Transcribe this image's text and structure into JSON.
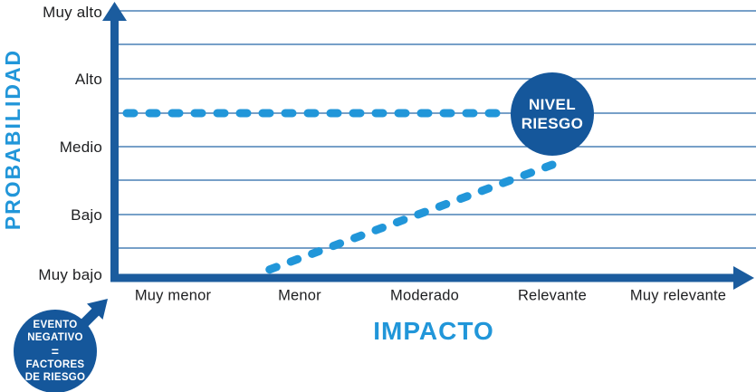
{
  "palette": {
    "dark_blue": "#1b5c9e",
    "badge_blue": "#15579b",
    "light_blue": "#2196d9",
    "grid_blue": "#4a80b5",
    "text_dark": "#1d1e20",
    "white": "#ffffff"
  },
  "y_axis": {
    "title": "PROBABILIDAD",
    "labels": [
      "Muy alto",
      "Alto",
      "Medio",
      "Bajo",
      "Muy bajo"
    ]
  },
  "x_axis": {
    "title": "IMPACTO",
    "labels": [
      "Muy menor",
      "Menor",
      "Moderado",
      "Relevante",
      "Muy relevante"
    ]
  },
  "risk_bubble": {
    "line1": "NIVEL",
    "line2": "RIESGO"
  },
  "legend_badge": {
    "lines": [
      "EVENTO",
      "NEGATIVO",
      "=",
      "FACTORES",
      "DE RIESGO"
    ]
  },
  "chart_data": {
    "type": "scatter",
    "title": "",
    "xlabel": "IMPACTO",
    "ylabel": "PROBABILIDAD",
    "x_categories": [
      "Muy menor",
      "Menor",
      "Moderado",
      "Relevante",
      "Muy relevante"
    ],
    "y_categories": [
      "Muy bajo",
      "Bajo",
      "Medio",
      "Alto",
      "Muy alto"
    ],
    "grid": true,
    "points": [
      {
        "label": "NIVEL RIESGO",
        "x_category": "Relevante",
        "x_index": 4,
        "y_between": [
          "Medio",
          "Alto"
        ],
        "y_value": 3.5,
        "guides": [
          "dashed horizontal line to y-axis",
          "dashed vertical line to x-axis"
        ]
      }
    ],
    "annotations": [
      {
        "text": "EVENTO NEGATIVO = FACTORES DE RIESGO",
        "position": "bottom-left badge with diagonal up-right arrow"
      }
    ]
  }
}
